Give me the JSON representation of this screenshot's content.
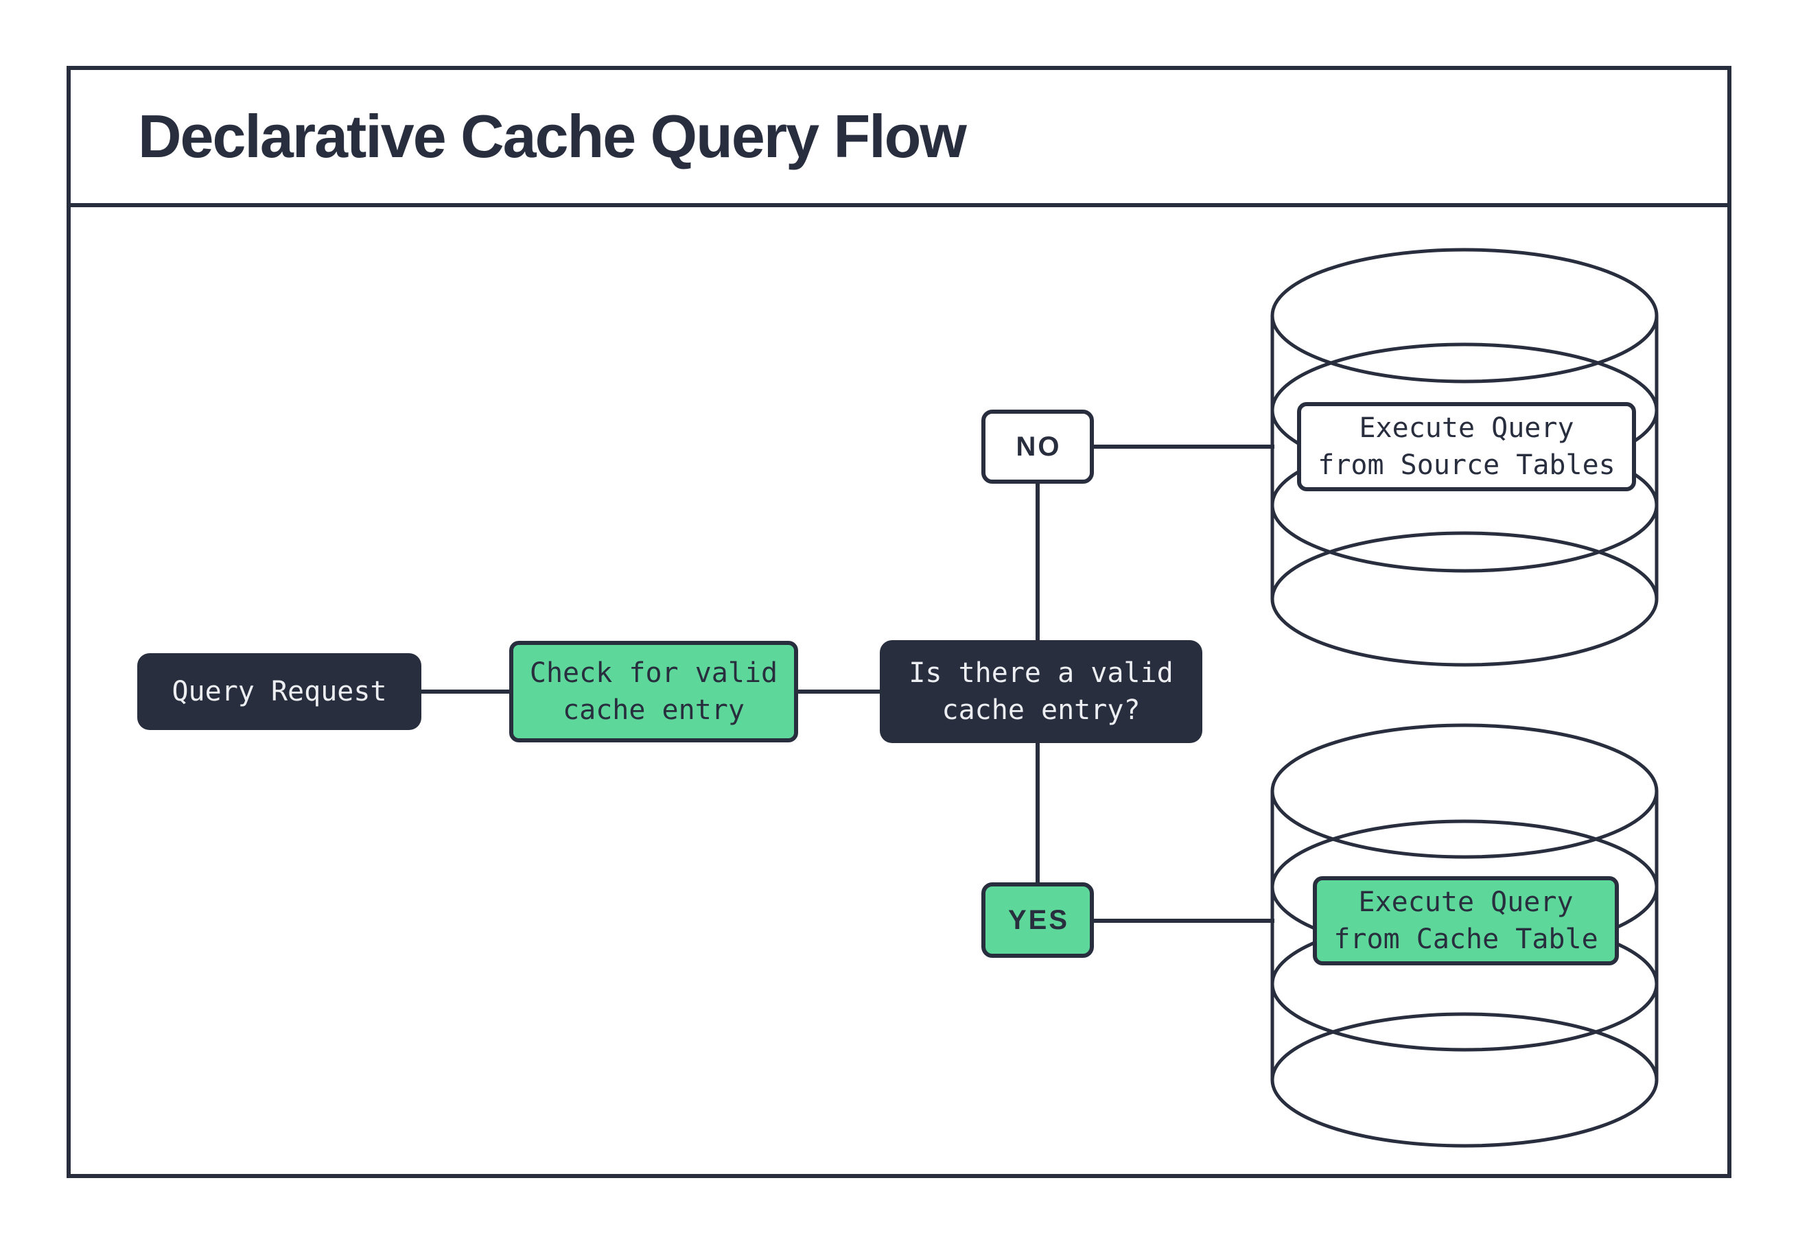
{
  "title": "Declarative Cache Query Flow",
  "colors": {
    "dark": "#282e3e",
    "green": "#5ed79a",
    "background": "#ffffff",
    "light_text": "#eceef1"
  },
  "flow": {
    "query_request": {
      "label": "Query Request"
    },
    "check_cache": {
      "lines": [
        "Check for valid",
        "cache entry"
      ]
    },
    "decision": {
      "lines": [
        "Is there a valid",
        "cache entry?"
      ]
    },
    "branch_no": {
      "label": "NO"
    },
    "branch_yes": {
      "label": "YES"
    },
    "source_db": {
      "lines": [
        "Execute Query",
        "from Source Tables"
      ]
    },
    "cache_db": {
      "lines": [
        "Execute Query",
        "from Cache Table"
      ]
    }
  }
}
